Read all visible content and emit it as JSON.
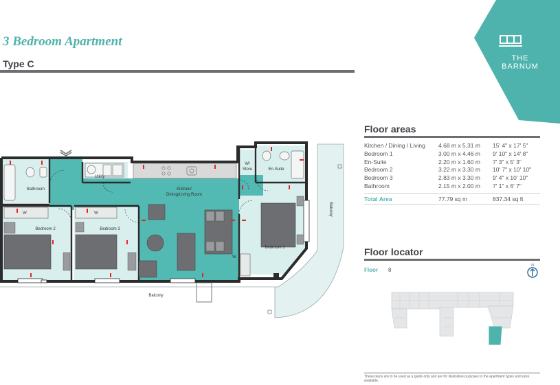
{
  "header": {
    "title": "3 Bedroom Apartment",
    "subtitle": "Type C"
  },
  "brand": {
    "line1": "THE",
    "line2": "BARNUM",
    "color": "#4fb3ad"
  },
  "floor_areas": {
    "heading": "Floor areas",
    "rows": [
      {
        "room": "Kitchen / Dining / Living",
        "metric": "4.68 m x 5.31 m",
        "imperial": "15' 4\" x 17' 5\""
      },
      {
        "room": "Bedroom 1",
        "metric": "3.00 m x 4.46 m",
        "imperial": "9' 10\" x 14' 8\""
      },
      {
        "room": "En-Suite",
        "metric": "2.20 m x 1.60 m",
        "imperial": "7' 3\" x 5' 3\""
      },
      {
        "room": "Bedroom 2",
        "metric": "3.22 m x 3.30 m",
        "imperial": "10' 7\" x 10' 10\""
      },
      {
        "room": "Bedroom 3",
        "metric": "2.83 m x 3.30 m",
        "imperial": "9' 4\" x 10' 10\""
      },
      {
        "room": "Bathroom",
        "metric": "2.15 m x 2.00 m",
        "imperial": "7' 1\" x 6' 7\""
      }
    ],
    "total": {
      "label": "Total Area",
      "metric": "77.79 sq m",
      "imperial": "837.34 sq ft"
    }
  },
  "floor_locator": {
    "heading": "Floor locator",
    "floor_label": "Floor",
    "floor_value": "8",
    "compass_letter": "N"
  },
  "plan_labels": {
    "bathroom": "Bathroom",
    "utility": "Utility",
    "kitchen_line1": "Kitchen/",
    "kitchen_line2": "Dining/Living Room",
    "store_line1": "W/",
    "store_line2": "Store",
    "ensuite": "En-Suite",
    "bedroom1": "Bedroom 1",
    "bedroom2": "Bedroom 2",
    "bedroom3": "Bedroom 3",
    "balcony_right": "Balcony",
    "balcony_bottom": "Balcony",
    "wardrobe": "W"
  },
  "disclaimer": "These plans are to be used as a guide only and are for illustrative purposes to the apartment types and sizes available.",
  "colors": {
    "accent": "#4fb3ad",
    "living": "#53b9b3",
    "rooms": "#d9efee",
    "balcony": "#e3f1f0",
    "walls": "#2b2b2b",
    "furniture": "#6d6e72",
    "rule": "#6d6e72"
  }
}
